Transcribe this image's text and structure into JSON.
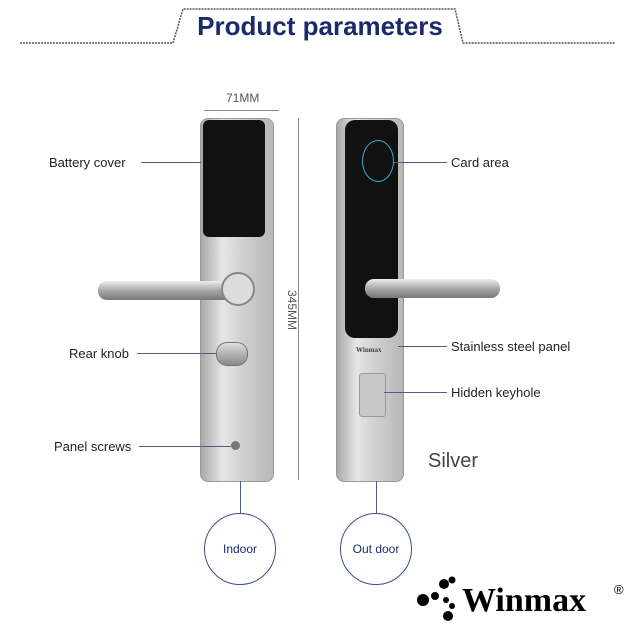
{
  "header": {
    "title": "Product parameters"
  },
  "dimensions": {
    "width": "71MM",
    "height": "345MM"
  },
  "labels": {
    "battery_cover": "Battery  cover",
    "rear_knob": "Rear knob",
    "panel_screws": "Panel screws",
    "card_area": "Card area",
    "stainless_panel": "Stainless steel panel",
    "hidden_keyhole": "Hidden keyhole"
  },
  "color_name": "Silver",
  "sides": {
    "indoor": "Indoor",
    "outdoor": "Out door"
  },
  "brand": {
    "name": "Winmax",
    "mark": "®",
    "panel_logo": "Winmax"
  }
}
